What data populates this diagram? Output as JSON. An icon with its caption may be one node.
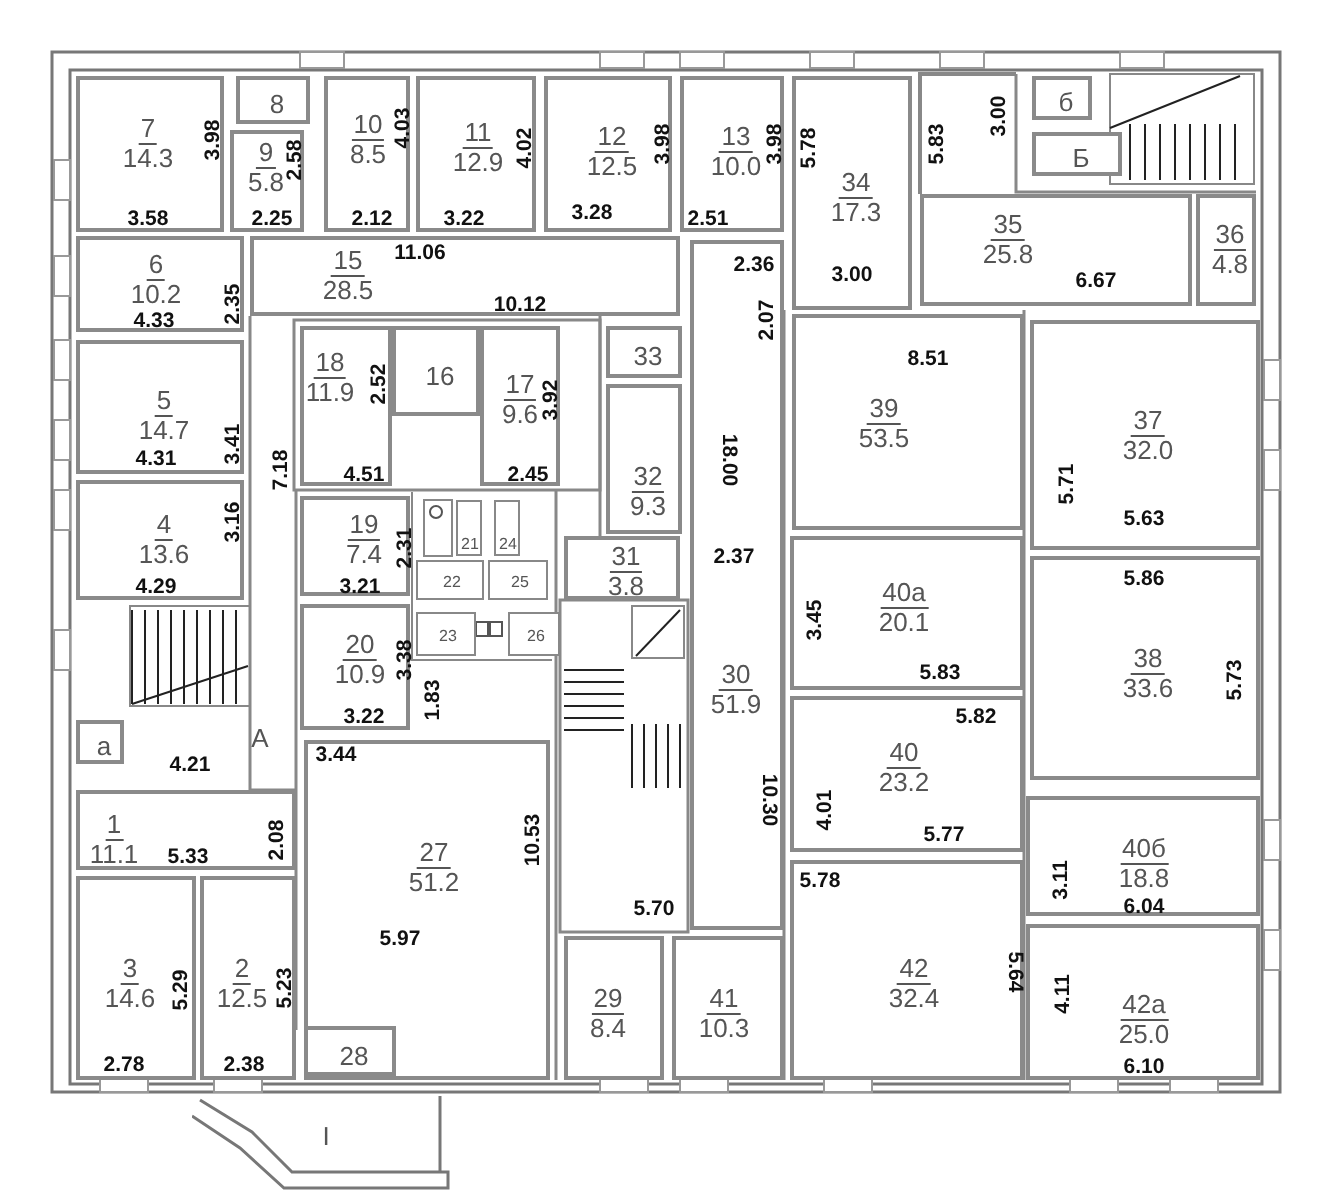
{
  "diagram": {
    "nodes": [
      {
        "text": [
          "7",
          "14.3",
          "3.98",
          "3.58"
        ]
      },
      {
        "text": [
          "8"
        ]
      },
      {
        "text": [
          "9",
          "5.8",
          "2.58",
          "2.25"
        ]
      },
      {
        "text": [
          "10",
          "8.5",
          "4.03",
          "2.12"
        ]
      },
      {
        "text": [
          "11",
          "12.9",
          "4.02",
          "3.22"
        ]
      },
      {
        "text": [
          "12",
          "12.5",
          "3.98",
          "3.28"
        ]
      },
      {
        "text": [
          "13",
          "10.0",
          "3.98",
          "2.51"
        ]
      },
      {
        "text": [
          "34",
          "17.3",
          "5.78",
          "3.00"
        ]
      },
      {
        "text": [
          "35",
          "25.8",
          "6.67"
        ]
      },
      {
        "text": [
          "б"
        ]
      },
      {
        "text": [
          "Б"
        ]
      },
      {
        "text": [
          "36",
          "4.8"
        ]
      },
      {
        "text": [
          "6",
          "10.2",
          "2.35",
          "4.33"
        ]
      },
      {
        "text": [
          "15",
          "28.5",
          "11.06",
          "10.12"
        ]
      },
      {
        "text": [
          "18",
          "11.9",
          "2.52",
          "4.51"
        ]
      },
      {
        "text": [
          "16"
        ]
      },
      {
        "text": [
          "17",
          "9.6",
          "3.92",
          "2.45"
        ]
      },
      {
        "text": [
          "33"
        ]
      },
      {
        "text": [
          "30",
          "51.9",
          "2.36",
          "2.07",
          "18.00",
          "2.37",
          "10.30"
        ]
      },
      {
        "text": [
          "39",
          "53.5",
          "8.51"
        ]
      },
      {
        "text": [
          "37",
          "32.0",
          "5.71",
          "5.63"
        ]
      },
      {
        "text": [
          "5",
          "14.7",
          "3.41",
          "4.31"
        ]
      },
      {
        "text": [
          "32",
          "9.3"
        ]
      },
      {
        "text": [
          "4",
          "13.6",
          "3.16",
          "4.29"
        ]
      },
      {
        "text": [
          "19",
          "7.4",
          "2.31",
          "3.21"
        ]
      },
      {
        "text": [
          "21"
        ]
      },
      {
        "text": [
          "24"
        ]
      },
      {
        "text": [
          "22"
        ]
      },
      {
        "text": [
          "25"
        ]
      },
      {
        "text": [
          "31",
          "3.8"
        ]
      },
      {
        "text": [
          "38",
          "33.6",
          "5.86",
          "5.73"
        ]
      },
      {
        "text": [
          "40а",
          "20.1",
          "3.45",
          "5.83"
        ]
      },
      {
        "text": [
          "23"
        ]
      },
      {
        "text": [
          "26"
        ]
      },
      {
        "text": [
          "20",
          "10.9",
          "3.38",
          "3.22"
        ]
      },
      {
        "text": [
          "а"
        ]
      },
      {
        "text": [
          "А",
          "4.21"
        ]
      },
      {
        "text": [
          "40",
          "23.2",
          "5.82",
          "4.01",
          "5.77"
        ]
      },
      {
        "text": [
          "1",
          "11.1",
          "2.08",
          "5.33"
        ]
      },
      {
        "text": [
          "27",
          "51.2",
          "10.53",
          "5.97"
        ]
      },
      {
        "text": [
          "40б",
          "18.8",
          "3.11",
          "6.04"
        ]
      },
      {
        "text": [
          "42",
          "32.4",
          "5.78",
          "5.64"
        ]
      },
      {
        "text": [
          "3",
          "14.6",
          "5.29",
          "2.78"
        ]
      },
      {
        "text": [
          "2",
          "12.5",
          "5.23",
          "2.38"
        ]
      },
      {
        "text": [
          "42а",
          "25.0",
          "4.11",
          "6.10"
        ]
      },
      {
        "text": [
          "29",
          "8.4"
        ]
      },
      {
        "text": [
          "41",
          "10.3"
        ]
      },
      {
        "text": [
          "28"
        ],
        "in": 39
      },
      {
        "text": [
          "I"
        ]
      }
    ],
    "labels": [
      "3.00",
      "5.83",
      "7.18",
      "1.83",
      "3.44",
      "5.70"
    ]
  }
}
